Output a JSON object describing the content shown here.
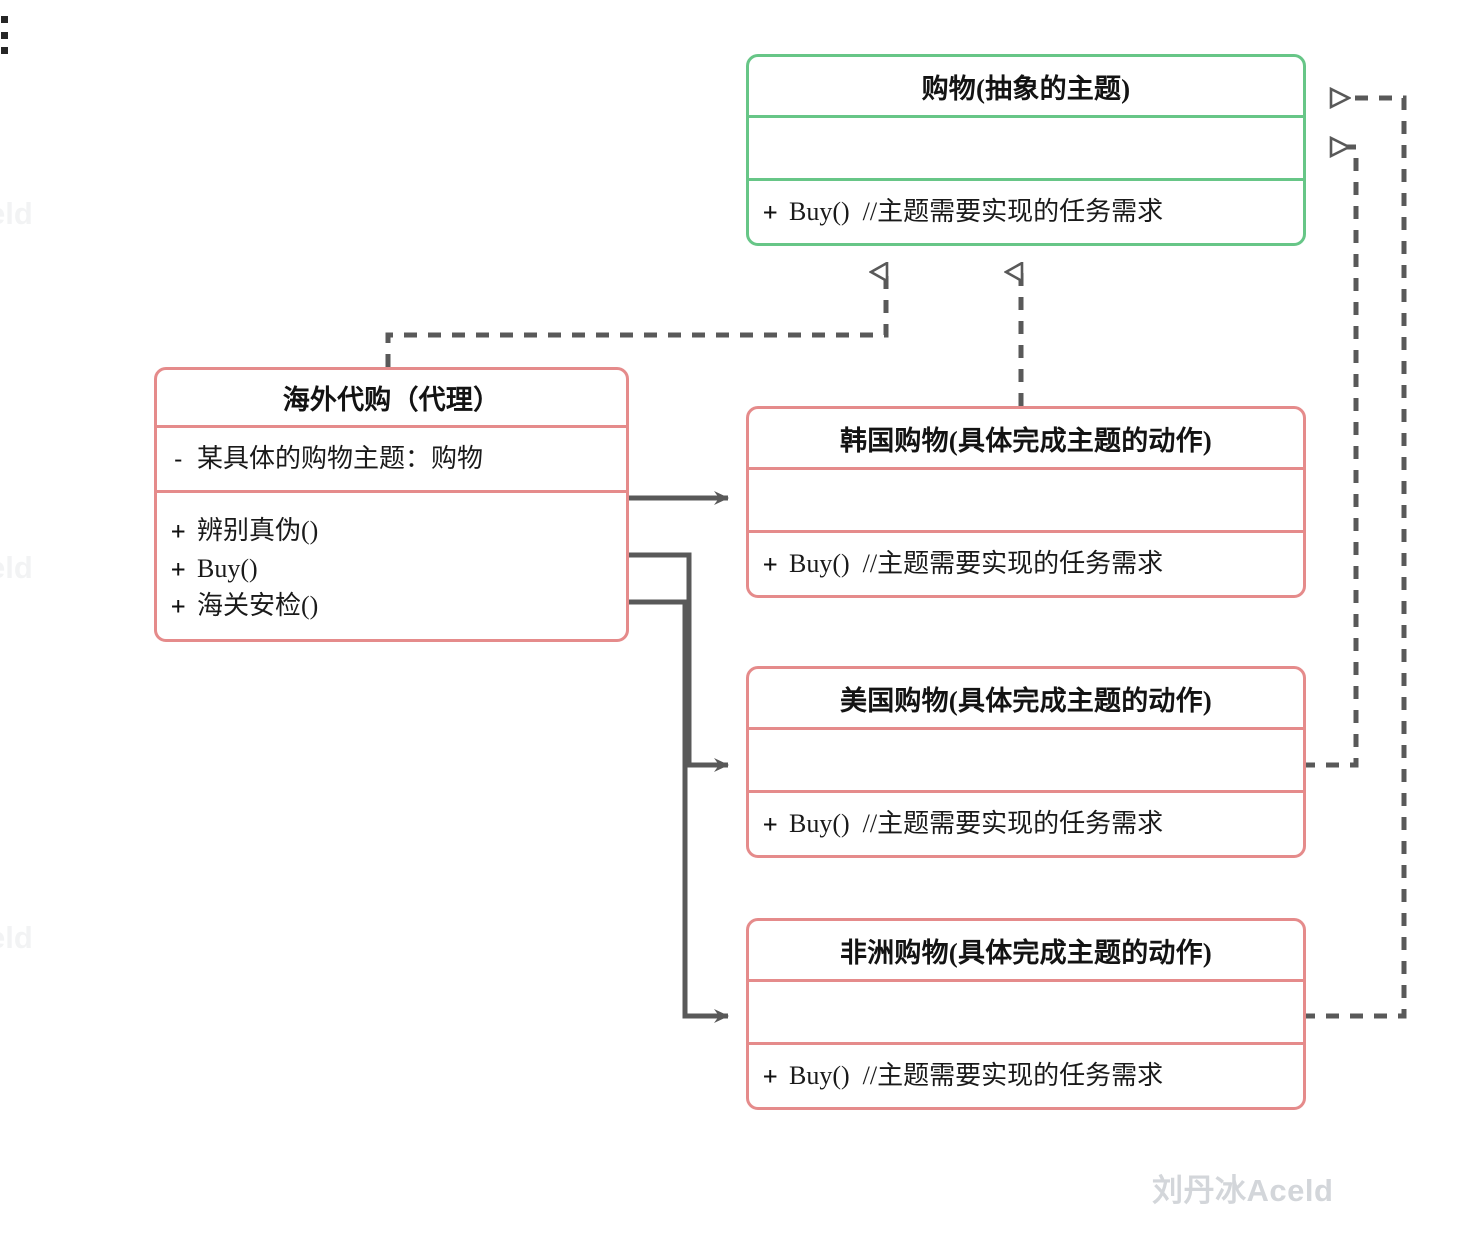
{
  "diagram": {
    "kind": "uml-class-diagram",
    "title_watermark": "刘丹冰Aceld",
    "edge_watermark": "eld",
    "colors": {
      "abstract_border": "#67c687",
      "concrete_border": "#e58b8b",
      "connector": "#595959",
      "text": "#1a1a1a",
      "background": "#ffffff"
    }
  },
  "classes": {
    "subject": {
      "name": "购物(抽象的主题)",
      "attributes": [],
      "methods": [
        {
          "visibility": "+",
          "text": "Buy()  //主题需要实现的任务需求"
        }
      ]
    },
    "proxy": {
      "name": "海外代购（代理）",
      "attributes": [
        {
          "visibility": "-",
          "text": "某具体的购物主题：购物"
        }
      ],
      "methods": [
        {
          "visibility": "+",
          "text": "辨别真伪()"
        },
        {
          "visibility": "+",
          "text": "Buy()"
        },
        {
          "visibility": "+",
          "text": "海关安检()"
        }
      ]
    },
    "korea": {
      "name": "韩国购物(具体完成主题的动作)",
      "attributes": [],
      "methods": [
        {
          "visibility": "+",
          "text": "Buy()  //主题需要实现的任务需求"
        }
      ]
    },
    "usa": {
      "name": "美国购物(具体完成主题的动作)",
      "attributes": [],
      "methods": [
        {
          "visibility": "+",
          "text": "Buy()  //主题需要实现的任务需求"
        }
      ]
    },
    "africa": {
      "name": "非洲购物(具体完成主题的动作)",
      "attributes": [],
      "methods": [
        {
          "visibility": "+",
          "text": "Buy()  //主题需要实现的任务需求"
        }
      ]
    }
  },
  "relations": [
    {
      "id": "rel-proxy-realizes-subject",
      "from": "海外代购（代理）",
      "to": "购物(抽象的主题)",
      "type": "realization",
      "style": "dashed",
      "arrow": "hollow-triangle"
    },
    {
      "id": "rel-korea-realizes-subject",
      "from": "韩国购物(具体完成主题的动作)",
      "to": "购物(抽象的主题)",
      "type": "realization",
      "style": "dashed",
      "arrow": "hollow-triangle"
    },
    {
      "id": "rel-usa-realizes-subject",
      "from": "美国购物(具体完成主题的动作)",
      "to": "购物(抽象的主题)",
      "type": "realization",
      "style": "dashed",
      "arrow": "hollow-triangle"
    },
    {
      "id": "rel-africa-realizes-subject",
      "from": "非洲购物(具体完成主题的动作)",
      "to": "购物(抽象的主题)",
      "type": "realization",
      "style": "dashed",
      "arrow": "hollow-triangle"
    },
    {
      "id": "rel-proxy-uses-korea",
      "from": "海外代购（代理）",
      "to": "韩国购物(具体完成主题的动作)",
      "type": "association",
      "style": "solid",
      "arrow": "open-arrow"
    },
    {
      "id": "rel-proxy-uses-usa",
      "from": "海外代购（代理）",
      "to": "美国购物(具体完成主题的动作)",
      "type": "association",
      "style": "solid",
      "arrow": "open-arrow"
    },
    {
      "id": "rel-proxy-uses-africa",
      "from": "海外代购（代理）",
      "to": "非洲购物(具体完成主题的动作)",
      "type": "association",
      "style": "solid",
      "arrow": "open-arrow"
    }
  ]
}
